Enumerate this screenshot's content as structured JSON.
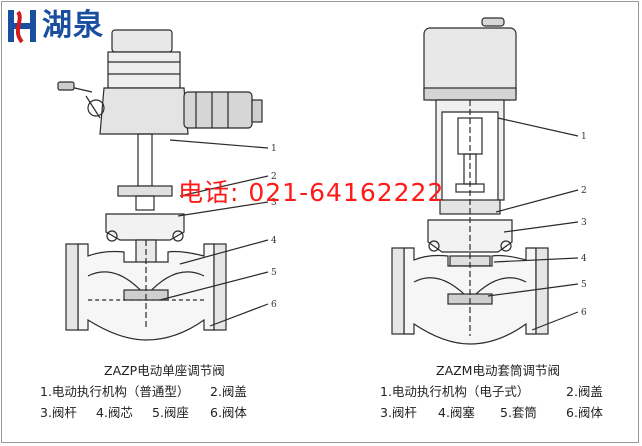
{
  "logo": {
    "text": "湖泉",
    "accent": "#1a4fa0",
    "mark_accent": "#d21a1a"
  },
  "phone": {
    "text": "电话: 021-64162222",
    "color": "#ff1a1a"
  },
  "left_valve": {
    "caption": "ZAZP电动单座调节阀",
    "legend": [
      "1.电动执行机构（普通型）",
      "2.阀盖",
      "3.阀杆",
      "4.阀芯",
      "5.阀座",
      "6.阀体"
    ],
    "callouts": [
      "1",
      "2",
      "3",
      "4",
      "5",
      "6"
    ]
  },
  "right_valve": {
    "caption": "ZAZM电动套筒调节阀",
    "legend": [
      "1.电动执行机构（电子式）",
      "2.阀盖",
      "3.阀杆",
      "4.阀塞",
      "5.套筒",
      "6.阀体"
    ],
    "callouts": [
      "1",
      "2",
      "3",
      "4",
      "5",
      "6"
    ]
  }
}
